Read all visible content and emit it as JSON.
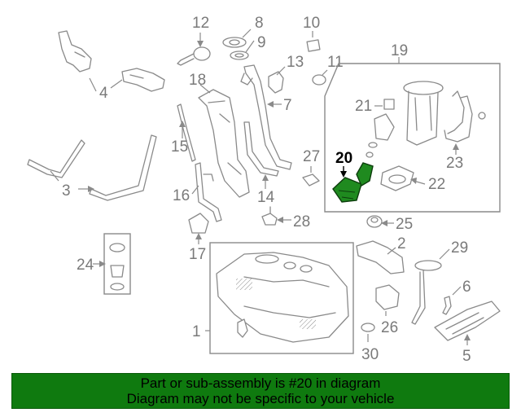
{
  "diagram": {
    "highlight_color": "#1f8a1f",
    "callouts": {
      "c1": "1",
      "c2": "2",
      "c3": "3",
      "c4": "4",
      "c5": "5",
      "c6": "6",
      "c7": "7",
      "c8": "8",
      "c9": "9",
      "c10": "10",
      "c11": "11",
      "c12": "12",
      "c13": "13",
      "c14": "14",
      "c15": "15",
      "c16": "16",
      "c17": "17",
      "c18": "18",
      "c19": "19",
      "c20": "20",
      "c21": "21",
      "c22": "22",
      "c23": "23",
      "c24": "24",
      "c25": "25",
      "c26": "26",
      "c27": "27",
      "c28": "28",
      "c29": "29",
      "c30": "30"
    }
  },
  "banner": {
    "color": "#0f7a0f",
    "line1": "Part or sub-assembly is #20 in diagram",
    "line2": "Diagram may not be specific to your vehicle"
  }
}
